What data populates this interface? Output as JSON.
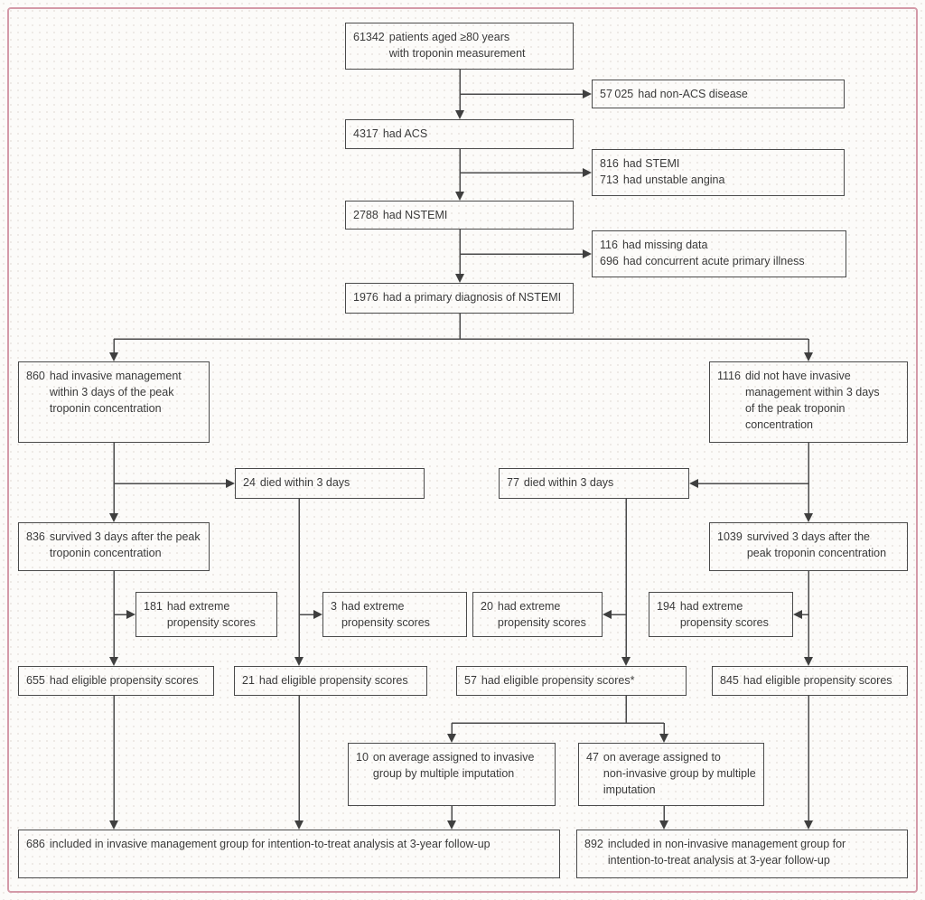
{
  "figure": {
    "type": "patient-flow-diagram",
    "colors": {
      "frame_pink": "#d49aa8",
      "box_border": "#4a4a4a",
      "text": "#3a3a3a",
      "background": "#fcfbf9"
    }
  },
  "boxes": {
    "screened": {
      "lines": [
        {
          "num": "61342",
          "text": "patients aged ≥80 years\nwith troponin measurement"
        }
      ]
    },
    "non_acs": {
      "lines": [
        {
          "num": "57 025",
          "text": "had non-ACS disease"
        }
      ]
    },
    "acs": {
      "lines": [
        {
          "num": "4317",
          "text": "had ACS"
        }
      ]
    },
    "stemi_ua": {
      "lines": [
        {
          "num": "816",
          "text": "had STEMI"
        },
        {
          "num": "713",
          "text": "had unstable angina"
        }
      ]
    },
    "nstemi": {
      "lines": [
        {
          "num": "2788",
          "text": "had NSTEMI"
        }
      ]
    },
    "excluded": {
      "lines": [
        {
          "num": "116",
          "text": "had missing data"
        },
        {
          "num": "696",
          "text": "had concurrent acute primary illness"
        }
      ]
    },
    "primary_nstemi": {
      "lines": [
        {
          "num": "1976",
          "text": "had a primary diagnosis of NSTEMI"
        }
      ]
    },
    "invasive": {
      "lines": [
        {
          "num": "860",
          "text": "had invasive management\nwithin 3 days of the peak\ntroponin concentration"
        }
      ]
    },
    "non_invasive": {
      "lines": [
        {
          "num": "1116",
          "text": "did not have invasive\nmanagement within 3 days\nof the peak troponin\nconcentration"
        }
      ]
    },
    "died24": {
      "lines": [
        {
          "num": "24",
          "text": "died within 3 days"
        }
      ]
    },
    "died77": {
      "lines": [
        {
          "num": "77",
          "text": "died within 3 days"
        }
      ]
    },
    "survived836": {
      "lines": [
        {
          "num": "836",
          "text": "survived 3 days after the peak\ntroponin concentration"
        }
      ]
    },
    "survived1039": {
      "lines": [
        {
          "num": "1039",
          "text": "survived 3 days after the\npeak troponin concentration"
        }
      ]
    },
    "extreme181": {
      "lines": [
        {
          "num": "181",
          "text": "had extreme\npropensity scores"
        }
      ]
    },
    "extreme3": {
      "lines": [
        {
          "num": "3",
          "text": "had extreme\npropensity scores"
        }
      ]
    },
    "extreme20": {
      "lines": [
        {
          "num": "20",
          "text": "had extreme\npropensity scores"
        }
      ]
    },
    "extreme194": {
      "lines": [
        {
          "num": "194",
          "text": "had extreme\npropensity scores"
        }
      ]
    },
    "eligible655": {
      "lines": [
        {
          "num": "655",
          "text": "had eligible propensity scores"
        }
      ]
    },
    "eligible21": {
      "lines": [
        {
          "num": "21",
          "text": "had eligible propensity scores"
        }
      ]
    },
    "eligible57": {
      "lines": [
        {
          "num": "57",
          "text": "had eligible propensity scores*"
        }
      ]
    },
    "eligible845": {
      "lines": [
        {
          "num": "845",
          "text": "had eligible propensity scores"
        }
      ]
    },
    "imputed10": {
      "lines": [
        {
          "num": "10",
          "text": "on average assigned to invasive\ngroup by multiple imputation"
        }
      ]
    },
    "imputed47": {
      "lines": [
        {
          "num": "47",
          "text": "on average assigned to\nnon-invasive group by multiple\nimputation"
        }
      ]
    },
    "itt686": {
      "lines": [
        {
          "num": "686",
          "text": "included in invasive management group for intention-to-treat analysis at 3-year follow-up"
        }
      ]
    },
    "itt892": {
      "lines": [
        {
          "num": "892",
          "text": "included in non-invasive management group for\nintention-to-treat analysis at 3-year follow-up"
        }
      ]
    }
  }
}
